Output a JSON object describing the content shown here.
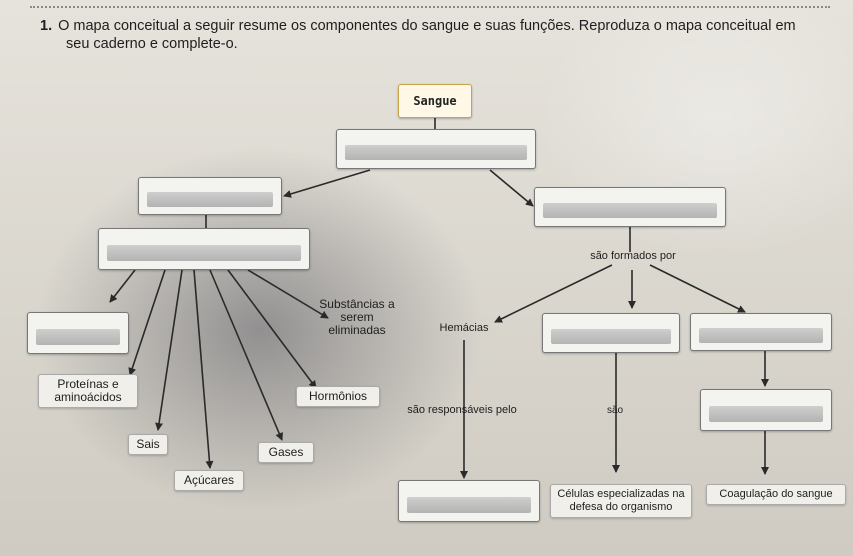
{
  "question": {
    "number": "1.",
    "text_line1": "O mapa conceitual a seguir resume os componentes do sangue e suas funções. Reproduza o mapa conceitual em",
    "text_line2": "seu caderno e complete-o."
  },
  "map": {
    "root": "Sangue",
    "formed_by": "são formados por",
    "substances": "Substâncias a serem eliminadas",
    "hemacias": "Hemácias",
    "proteins": "Proteínas e aminoácidos",
    "hormones": "Hormônios",
    "responsible": "são responsáveis pelo",
    "are": "são",
    "salts": "Sais",
    "gases": "Gases",
    "sugars": "Açúcares",
    "defense": "Células especializadas na defesa do organismo",
    "coagulation": "Coagulação do sangue"
  }
}
